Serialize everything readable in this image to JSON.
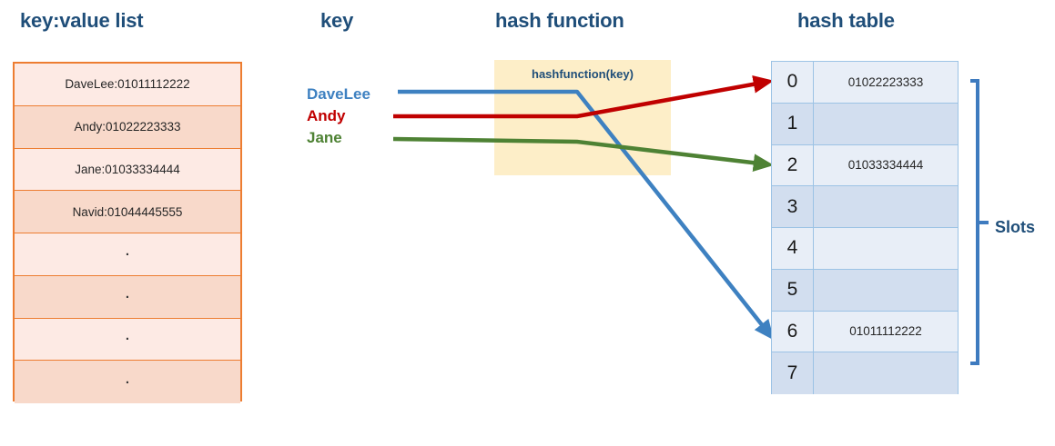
{
  "titles": {
    "kv_list": "key:value  list",
    "key": "key",
    "hash_function": "hash function",
    "hash_table": "hash table"
  },
  "kv_list": {
    "rows": [
      "DaveLee:01011112222",
      "Andy:01022223333",
      "Jane:01033334444",
      "Navid:01044445555",
      ".",
      ".",
      ".",
      "."
    ]
  },
  "keys": [
    {
      "label": "DaveLee",
      "color": "#3e81c1"
    },
    {
      "label": "Andy",
      "color": "#c00000"
    },
    {
      "label": "Jane",
      "color": "#4e8234"
    }
  ],
  "hash_function": {
    "label": "hashfunction(key)",
    "box_color": "#fdeec8"
  },
  "hash_table": {
    "rows": [
      {
        "index": "0",
        "value": "01022223333"
      },
      {
        "index": "1",
        "value": ""
      },
      {
        "index": "2",
        "value": "01033334444"
      },
      {
        "index": "3",
        "value": ""
      },
      {
        "index": "4",
        "value": ""
      },
      {
        "index": "5",
        "value": ""
      },
      {
        "index": "6",
        "value": "01011112222"
      },
      {
        "index": "7",
        "value": ""
      }
    ],
    "bracket_label": "Slots"
  },
  "colors": {
    "title": "#1f4e79",
    "list_border": "#ed7d31",
    "list_row_light": "#fdeae4",
    "list_row_dark": "#f8d9ca",
    "table_border": "#9cc3e5",
    "table_row_light": "#e8eef7",
    "table_row_dark": "#d2deef",
    "arrow_blue": "#3e81c1",
    "arrow_red": "#c00000",
    "arrow_green": "#4e8234",
    "bracket": "#3e7bbf"
  }
}
